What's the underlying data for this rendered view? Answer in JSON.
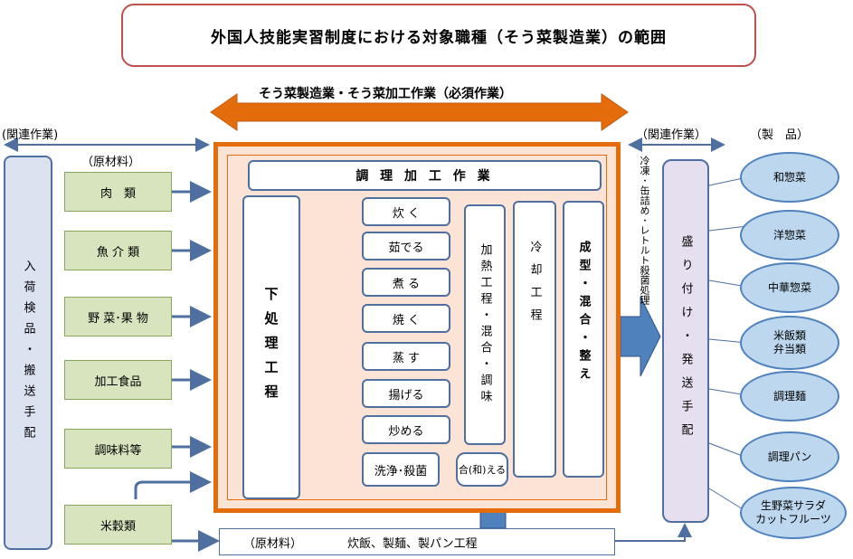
{
  "title": "外国人技能実習制度における対象職種（そう菜製造業）の範囲",
  "top_arrow_label": "そう菜製造業・そう菜加工作業（必須作業）",
  "left_related_label": "(関連作業)",
  "right_related_label": "（関連作業）",
  "products_label": "（製　品）",
  "raw_materials_label": "（原材料）",
  "left_vertical": "入荷検品・搬送手配",
  "raw_materials": [
    "肉　類",
    "魚 介 類",
    "野 菜･果 物",
    "加工食品",
    "調味料等",
    "米穀類"
  ],
  "cooking_header": "調 理 加 工 作 業",
  "pre_process": "下処理工程",
  "cooking_steps": [
    "炊 く",
    "茹でる",
    "煮 る",
    "焼 く",
    "蒸 す",
    "揚げる",
    "炒める",
    "洗浄･殺菌"
  ],
  "mix_label": "合(和)える",
  "heating_process": "加熱工程・混合・調味",
  "cooling_process": "冷却工程",
  "forming_process": "成型・混合・整え",
  "side_process": "冷凍･缶詰め･レトルト殺菌処理",
  "right_vertical": "盛り付け・発送手配",
  "products": [
    "和惣菜",
    "洋惣菜",
    "中華惣菜",
    "米飯類\n弁当類",
    "調理麺",
    "調理パン",
    "生野菜サラダ\nカットフルーツ"
  ],
  "bottom_bar": {
    "raw_label": "（原材料）",
    "process_label": "炊飯、製麺、製パン工程"
  },
  "colors": {
    "orange": "#e46c0a",
    "green_fill": "#d7e4bd",
    "pink_fill": "#fbe3d6",
    "blue_line": "#4f6fa0",
    "oval_fill": "#bcd7ee",
    "arrow_blue": "#4f81bd"
  }
}
